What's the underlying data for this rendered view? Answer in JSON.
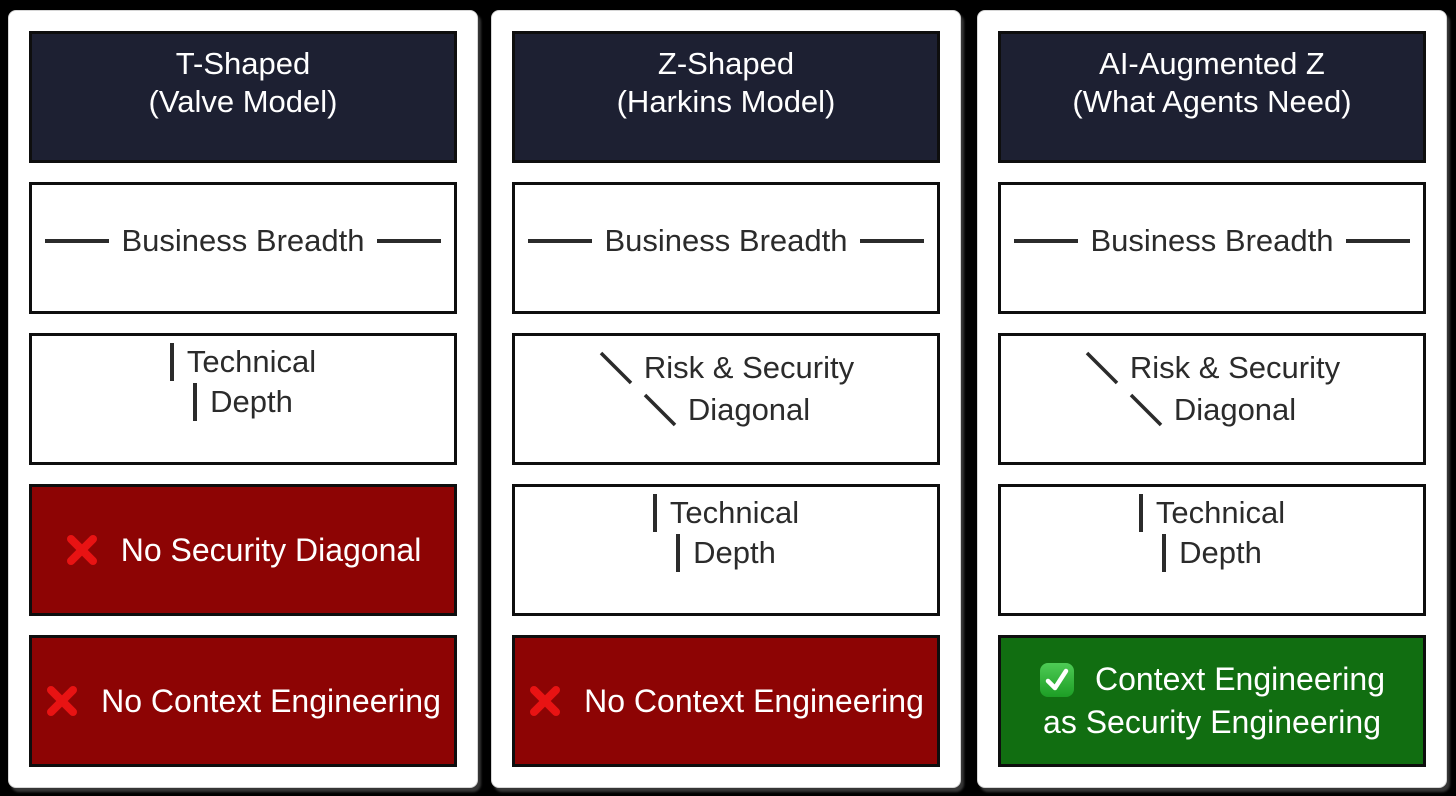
{
  "colors": {
    "page_bg": "#000000",
    "card_bg": "#ffffff",
    "header_bg": "#1d2032",
    "status_bad_bg": "#8d0404",
    "status_ok_bg": "#116e11",
    "cross_icon_red": "#e81313",
    "check_badge_green": "#2fb137",
    "box_border": "#0e0e0e",
    "line_decoration": "#2b2b2b",
    "text_dark": "#2b2b2b",
    "text_light": "#ffffff"
  },
  "icons": {
    "cross_mark": "✕",
    "check_mark": "✓",
    "horizontal_line": "—",
    "vertical_line": "│",
    "diagonal_line": "╲"
  },
  "columns": [
    {
      "header_line1": "T-Shaped",
      "header_line2": "(Valve Model)",
      "breadth_label": "Business Breadth",
      "depth_line1": "Technical",
      "depth_line2": "Depth",
      "status1": "No Security Diagonal",
      "status2": "No Context Engineering"
    },
    {
      "header_line1": "Z-Shaped",
      "header_line2": "(Harkins Model)",
      "breadth_label": "Business Breadth",
      "diagonal_line1": "Risk & Security",
      "diagonal_line2": "Diagonal",
      "depth_line1": "Technical",
      "depth_line2": "Depth",
      "status1": "No Context Engineering"
    },
    {
      "header_line1": "AI-Augmented Z",
      "header_line2": "(What Agents Need)",
      "breadth_label": "Business Breadth",
      "diagonal_line1": "Risk & Security",
      "diagonal_line2": "Diagonal",
      "depth_line1": "Technical",
      "depth_line2": "Depth",
      "status_ok_line1": "Context Engineering",
      "status_ok_line2": "as Security Engineering"
    }
  ]
}
